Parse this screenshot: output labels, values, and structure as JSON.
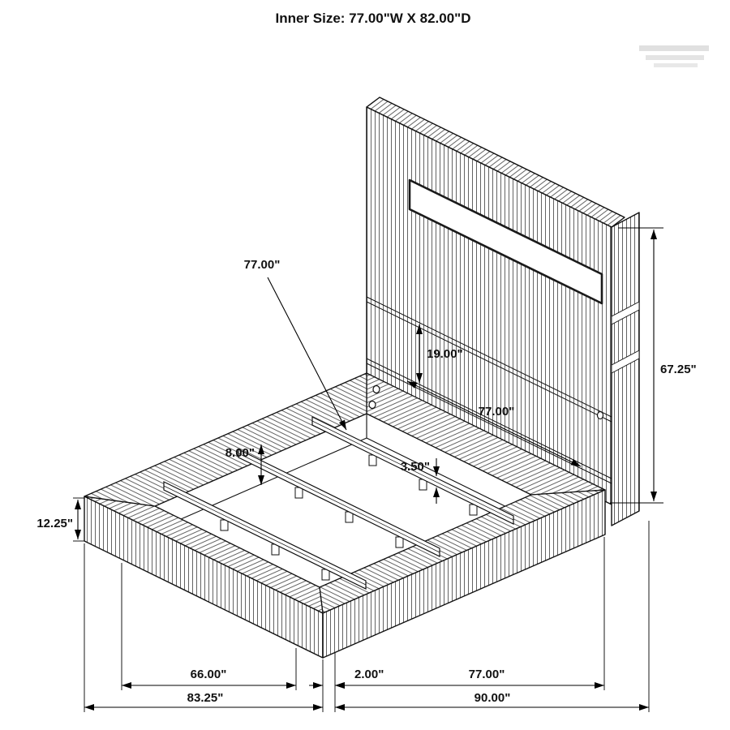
{
  "title": "Inner Size: 77.00\"W X 82.00\"D",
  "annotations": {
    "slat_length": "77.00\"",
    "panel_gap_height": "19.00\"",
    "headboard_width": "77.00\"",
    "slat_thickness": "3.50\"",
    "rail_height": "8.00\"",
    "headboard_height": "67.25\"",
    "base_height": "12.25\"",
    "slat_clear_span": "66.00\"",
    "rail_inset": "2.00\"",
    "inner_width": "77.00\"",
    "overall_depth": "83.25\"",
    "overall_width": "90.00\""
  }
}
